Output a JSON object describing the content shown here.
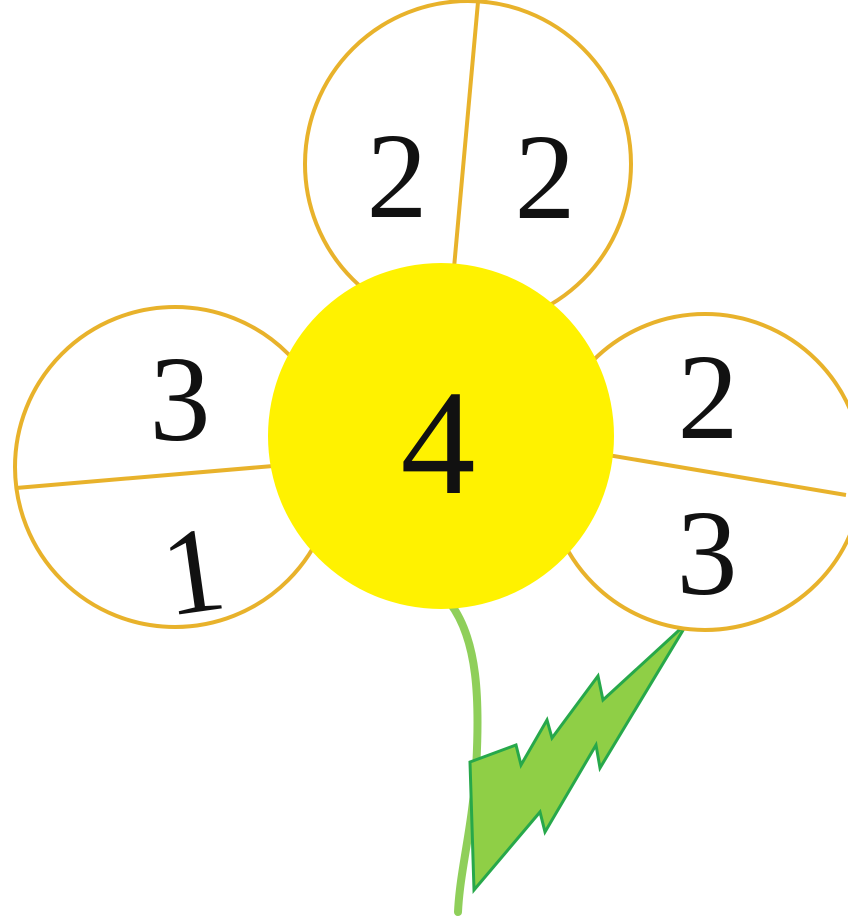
{
  "flower": {
    "center": {
      "value": "4"
    },
    "petals": {
      "top": {
        "left": "2",
        "right": "2"
      },
      "left": {
        "upper": "3",
        "lower": "1"
      },
      "right": {
        "upper": "2",
        "lower": "3"
      }
    }
  },
  "colors": {
    "petal_outline": "#e8b22b",
    "center_fill": "#fff200",
    "stem": "#8fcf5a",
    "leaf_fill": "#8fcf46",
    "leaf_outline": "#27a84a",
    "text": "#111111"
  }
}
